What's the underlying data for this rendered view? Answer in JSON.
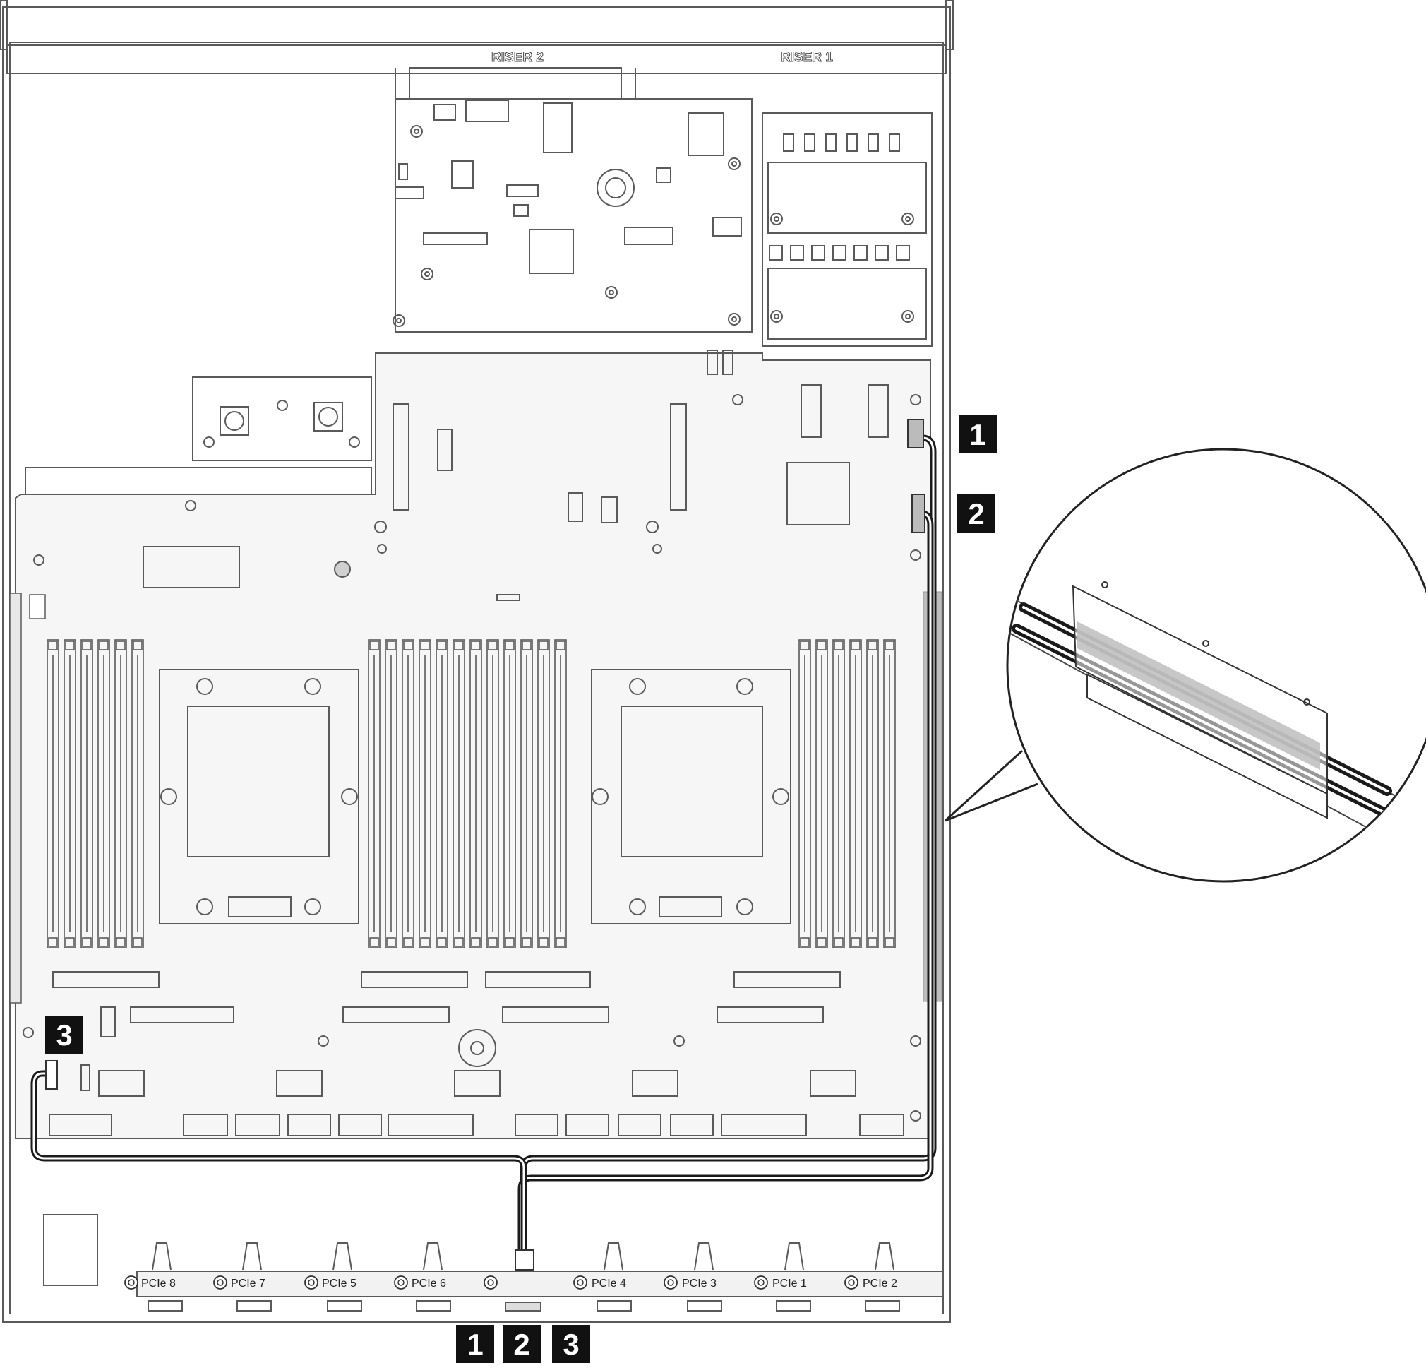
{
  "riser_labels": {
    "riser2": "RISER 2",
    "riser1": "RISER 1"
  },
  "pcie_slots": [
    "PCIe 8",
    "PCIe 7",
    "PCIe 5",
    "PCIe 6",
    "",
    "PCIe 4",
    "PCIe 3",
    "PCIe 1",
    "PCIe 2"
  ],
  "callouts": {
    "connector_1": "1",
    "connector_2": "2",
    "connector_3": "3",
    "bottom": [
      "1",
      "2",
      "3"
    ]
  },
  "colors": {
    "line": "#5a5a5a",
    "cable": "#1a1a1a",
    "callout_bg": "#111111",
    "callout_fg": "#ffffff",
    "board_fill": "#f6f6f6",
    "guide_fill": "#bcbcbc"
  }
}
